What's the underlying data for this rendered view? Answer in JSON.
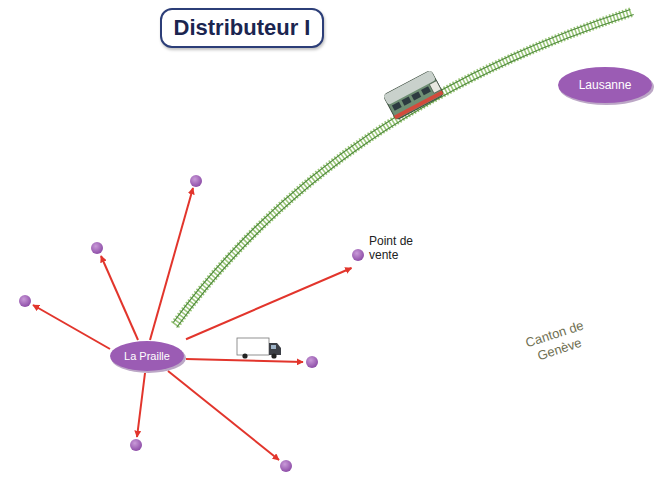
{
  "diagram": {
    "title": "Distributeur I",
    "nodes": [
      {
        "text": [
          "Canton de Genève"
        ]
      },
      {
        "text": [
          "La Praille"
        ],
        "in": 0
      },
      {
        "text": [
          "Point de vente"
        ],
        "in": 0
      },
      {
        "text": [
          "Lausanne"
        ]
      }
    ],
    "edges": [
      {
        "from": 1,
        "to": 2,
        "arrow": "to"
      }
    ]
  }
}
